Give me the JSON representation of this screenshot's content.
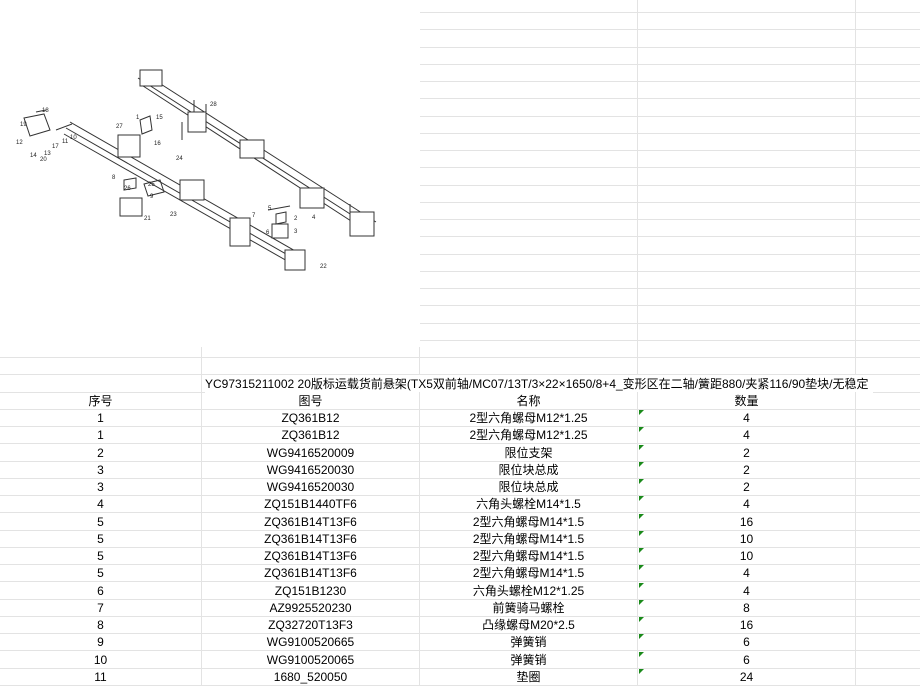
{
  "sheet": {
    "title": "YC97315211002 20版标运载货前悬架(TX5双前轴/MC07/13T/3×22×1650/8+4_变形区在二轴/簧距880/夹紧116/90垫块/无稳定",
    "headers": [
      "序号",
      "图号",
      "名称",
      "数量"
    ],
    "rows": [
      [
        "1",
        "ZQ361B12",
        "2型六角螺母M12*1.25",
        "4"
      ],
      [
        "1",
        "ZQ361B12",
        "2型六角螺母M12*1.25",
        "4"
      ],
      [
        "2",
        "WG9416520009",
        "限位支架",
        "2"
      ],
      [
        "3",
        "WG9416520030",
        "限位块总成",
        "2"
      ],
      [
        "3",
        "WG9416520030",
        "限位块总成",
        "2"
      ],
      [
        "4",
        "ZQ151B1440TF6",
        "六角头螺栓M14*1.5",
        "4"
      ],
      [
        "5",
        "ZQ361B14T13F6",
        "2型六角螺母M14*1.5",
        "16"
      ],
      [
        "5",
        "ZQ361B14T13F6",
        "2型六角螺母M14*1.5",
        "10"
      ],
      [
        "5",
        "ZQ361B14T13F6",
        "2型六角螺母M14*1.5",
        "10"
      ],
      [
        "5",
        "ZQ361B14T13F6",
        "2型六角螺母M14*1.5",
        "4"
      ],
      [
        "6",
        "ZQ151B1230",
        "六角头螺栓M12*1.25",
        "4"
      ],
      [
        "7",
        "AZ9925520230",
        "前簧骑马螺栓",
        "8"
      ],
      [
        "8",
        "ZQ32720T13F3",
        "凸缘螺母M20*2.5",
        "16"
      ],
      [
        "9",
        "WG9100520665",
        "弹簧销",
        "6"
      ],
      [
        "10",
        "WG9100520065",
        "弹簧销",
        "6"
      ],
      [
        "11",
        "1680_520050",
        "垫圈",
        "24"
      ]
    ]
  },
  "diagram": {
    "callouts": [
      "18",
      "19",
      "12",
      "14",
      "13",
      "20",
      "17",
      "11",
      "10",
      "1",
      "15",
      "27",
      "16",
      "28",
      "24",
      "8",
      "26",
      "25",
      "9",
      "21",
      "23",
      "5",
      "7",
      "2",
      "3",
      "6",
      "4",
      "22"
    ]
  },
  "colors": {
    "grid": "#e3e3e3",
    "comment_flag": "#1a8a1a"
  }
}
